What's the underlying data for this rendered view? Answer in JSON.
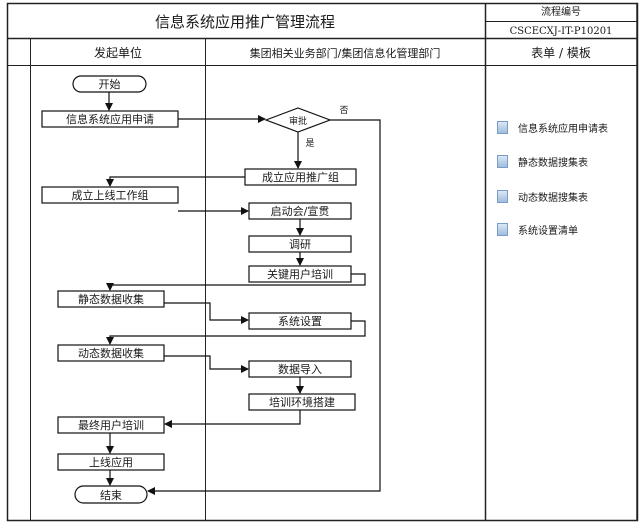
{
  "header": {
    "title": "信息系统应用推广管理流程",
    "code_label": "流程编号",
    "code_value": "CSCECXJ-IT-P10201"
  },
  "lanes": {
    "lane1": "发起单位",
    "lane2": "集团相关业务部门/集团信息化管理部门",
    "lane3": "表单 / 模板"
  },
  "nodes": {
    "start": "开始",
    "apply": "信息系统应用申请",
    "approve": "审批",
    "no": "否",
    "yes": "是",
    "team": "成立应用推广组",
    "online_team": "成立上线工作组",
    "kickoff": "启动会/宣贯",
    "research": "调研",
    "key_training": "关键用户培训",
    "static_collect": "静态数据收集",
    "sys_setting": "系统设置",
    "dynamic_collect": "动态数据收集",
    "data_import": "数据导入",
    "env_build": "培训环境搭建",
    "final_training": "最终用户培训",
    "go_live": "上线应用",
    "end": "结束"
  },
  "forms": [
    {
      "label": "信息系统应用申请表",
      "icon": "document-icon"
    },
    {
      "label": "静态数据搜集表",
      "icon": "document-icon"
    },
    {
      "label": "动态数据搜集表",
      "icon": "document-icon"
    },
    {
      "label": "系统设置清单",
      "icon": "document-icon"
    }
  ]
}
